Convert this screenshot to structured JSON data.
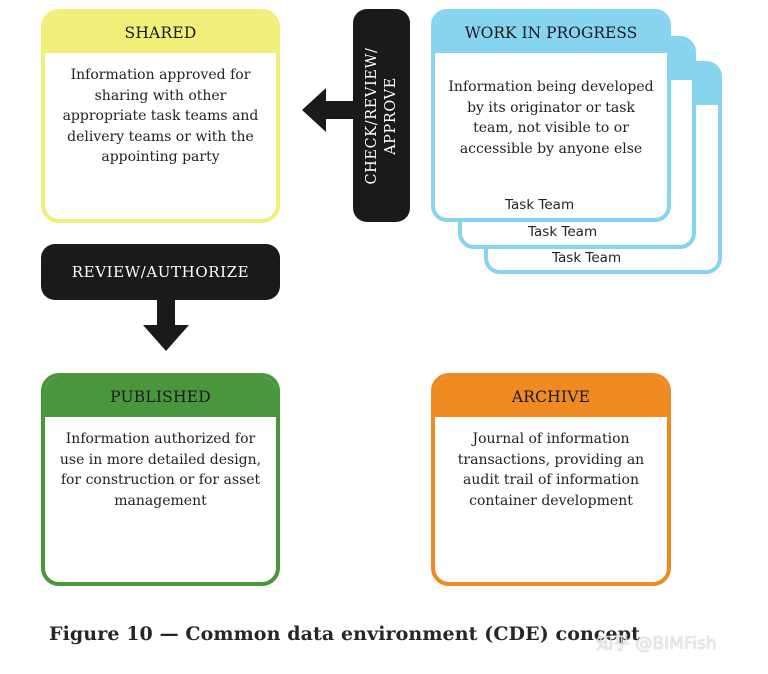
{
  "shared": {
    "title": "SHARED",
    "lines": [
      "Information approved for",
      "sharing with other",
      "appropriate task teams and",
      "delivery teams or with the",
      "appointing party"
    ]
  },
  "work_in_progress": {
    "title": "WORK IN PROGRESS",
    "lines": [
      "Information being developed",
      "by its originator or task",
      "team, not visible to or",
      "accessible by anyone else"
    ],
    "task_teams": [
      "Task Team",
      "Task Team",
      "Task Team"
    ]
  },
  "transitions": {
    "check_review_approve": [
      "CHECK/REVIEW/",
      "APPROVE"
    ],
    "review_authorize": "REVIEW/AUTHORIZE"
  },
  "published": {
    "title": "PUBLISHED",
    "lines": [
      "Information authorized for",
      "use in more detailed design,",
      "for construction or for asset",
      "management"
    ]
  },
  "archive": {
    "title": "ARCHIVE",
    "lines": [
      "Journal of information",
      "transactions, providing an",
      "audit trail of information",
      "container development"
    ]
  },
  "caption": "Figure 10 — Common data environment (CDE) concept",
  "watermark": "知乎 @BIMFish",
  "colors": {
    "shared": "#f1ee79",
    "work_in_progress": "#86d4f0",
    "published": "#4a963c",
    "archive": "#ef8a22",
    "transition": "#1a1a1a"
  },
  "icons": [
    "arrow-left-icon",
    "arrow-down-icon"
  ]
}
